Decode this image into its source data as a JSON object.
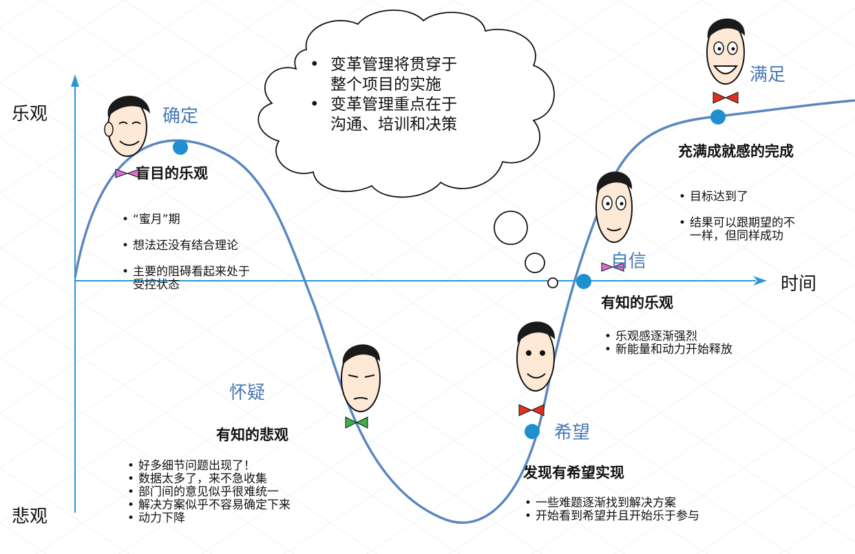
{
  "axis": {
    "y_top": "乐观",
    "y_bottom": "悲观",
    "x_right": "时间"
  },
  "cloud": {
    "bullets": [
      "变革管理将贯穿于\n整个项目的实施",
      "变革管理重点在于\n沟通、培训和决策"
    ]
  },
  "stages": [
    {
      "name": "确定",
      "heading": "盲目的乐观",
      "bullets": [
        "“蜜月”期",
        "想法还没有结合理论",
        "主要的阻碍看起来处于\n受控状态"
      ],
      "bowtie_color": "#d66fd0"
    },
    {
      "name": "怀疑",
      "heading": "有知的悲观",
      "bullets": [
        "好多细节问题出现了！",
        "数据太多了，来不急收集",
        "部门间的意见似乎很难统一",
        "解决方案似乎不容易确定下来",
        "动力下降"
      ],
      "bowtie_color": "#3fae48"
    },
    {
      "name": "希望",
      "heading": "发现有希望实现",
      "bullets": [
        "一些难题逐渐找到解决方案",
        "开始看到希望并且开始乐于参与"
      ],
      "bowtie_color": "#e0301e"
    },
    {
      "name": "自信",
      "heading": "有知的乐观",
      "bullets": [
        "乐观感逐渐强烈",
        "新能量和动力开始释放"
      ],
      "bowtie_color": "#d66fd0"
    },
    {
      "name": "满足",
      "heading": "充满成就感的完成",
      "bullets": [
        "目标达到了",
        "结果可以跟期望的不\n一样，但同样成功"
      ],
      "bowtie_color": "#e0301e"
    }
  ],
  "colors": {
    "curve": "#5a87c0",
    "axis": "#2a96d4",
    "marker": "#1e90cf",
    "stage_name": "#4a78b4"
  }
}
